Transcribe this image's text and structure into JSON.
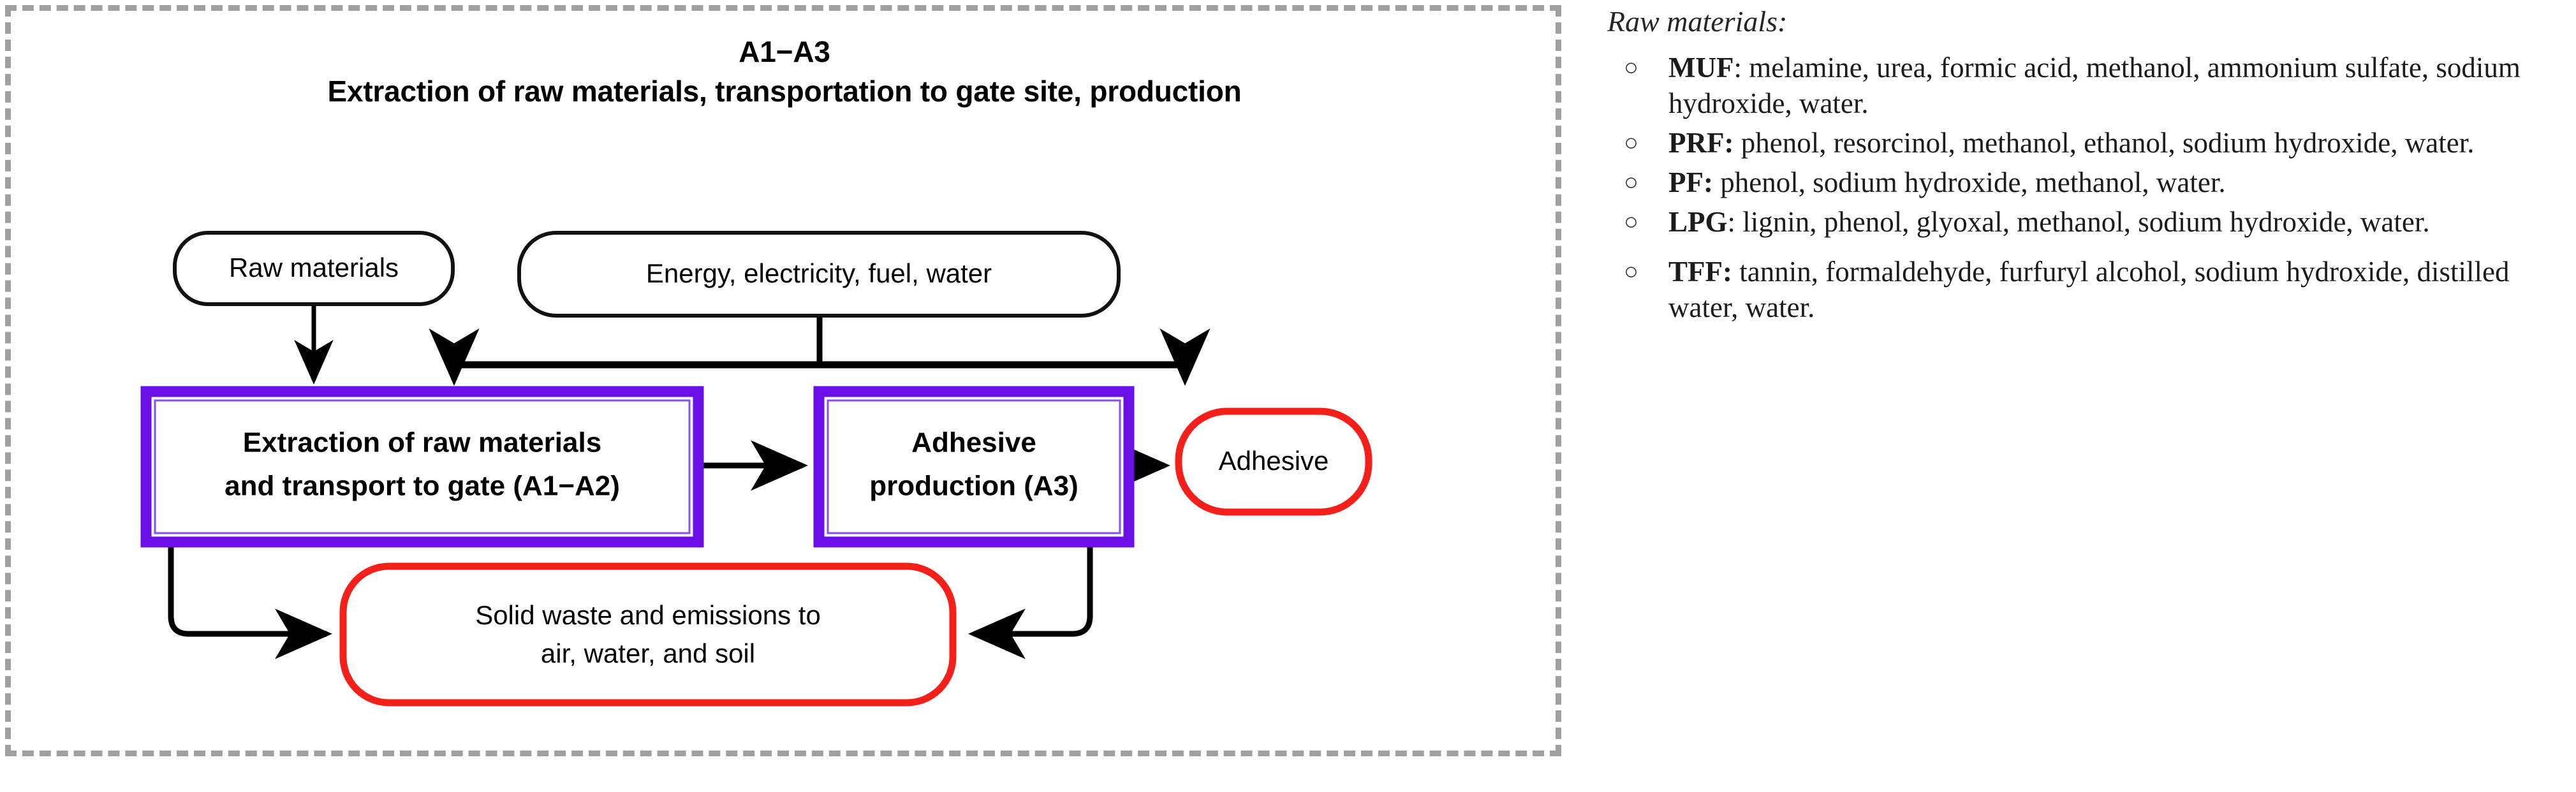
{
  "diagram": {
    "boundary_style": "dashed",
    "boundary_color": "#a0a0a0",
    "title_line1": "A1−A3",
    "title_line2": "Extraction of raw materials, transportation to gate site, production",
    "colors": {
      "process": "#6a0fe8",
      "output": "#f5201a",
      "input": "#1a1a1a",
      "arrow": "#000000",
      "boundary": "#a0a0a0"
    },
    "nodes": {
      "input_raw_materials": "Raw materials",
      "input_energy": "Energy, electricity, fuel, water",
      "process_extraction_line1": "Extraction of raw materials",
      "process_extraction_line2": "and transport to gate (A1−A2)",
      "process_adhesive_line1": "Adhesive",
      "process_adhesive_line2": "production (A3)",
      "output_adhesive": "Adhesive",
      "output_waste_line1": "Solid waste and emissions to",
      "output_waste_line2": "air, water, and soil"
    }
  },
  "raw_materials": {
    "heading": "Raw materials:",
    "bullet_glyph": "○",
    "items": [
      {
        "abbr": "MUF",
        "sep": ": ",
        "text": "melamine, urea, formic acid, methanol, ammonium sulfate, sodium hydroxide, water."
      },
      {
        "abbr": "PRF:",
        "sep": "  ",
        "text": "phenol, resorcinol, methanol, ethanol, sodium hydroxide, water."
      },
      {
        "abbr": "PF:",
        "sep": " ",
        "text": "phenol, sodium hydroxide, methanol, water."
      },
      {
        "abbr": "LPG",
        "sep": ": ",
        "text": "lignin, phenol, glyoxal, methanol, sodium hydroxide, water."
      },
      {
        "abbr": "TFF:",
        "sep": " ",
        "text": "tannin, formaldehyde, furfuryl alcohol, sodium hydroxide, distilled water, water."
      }
    ]
  }
}
